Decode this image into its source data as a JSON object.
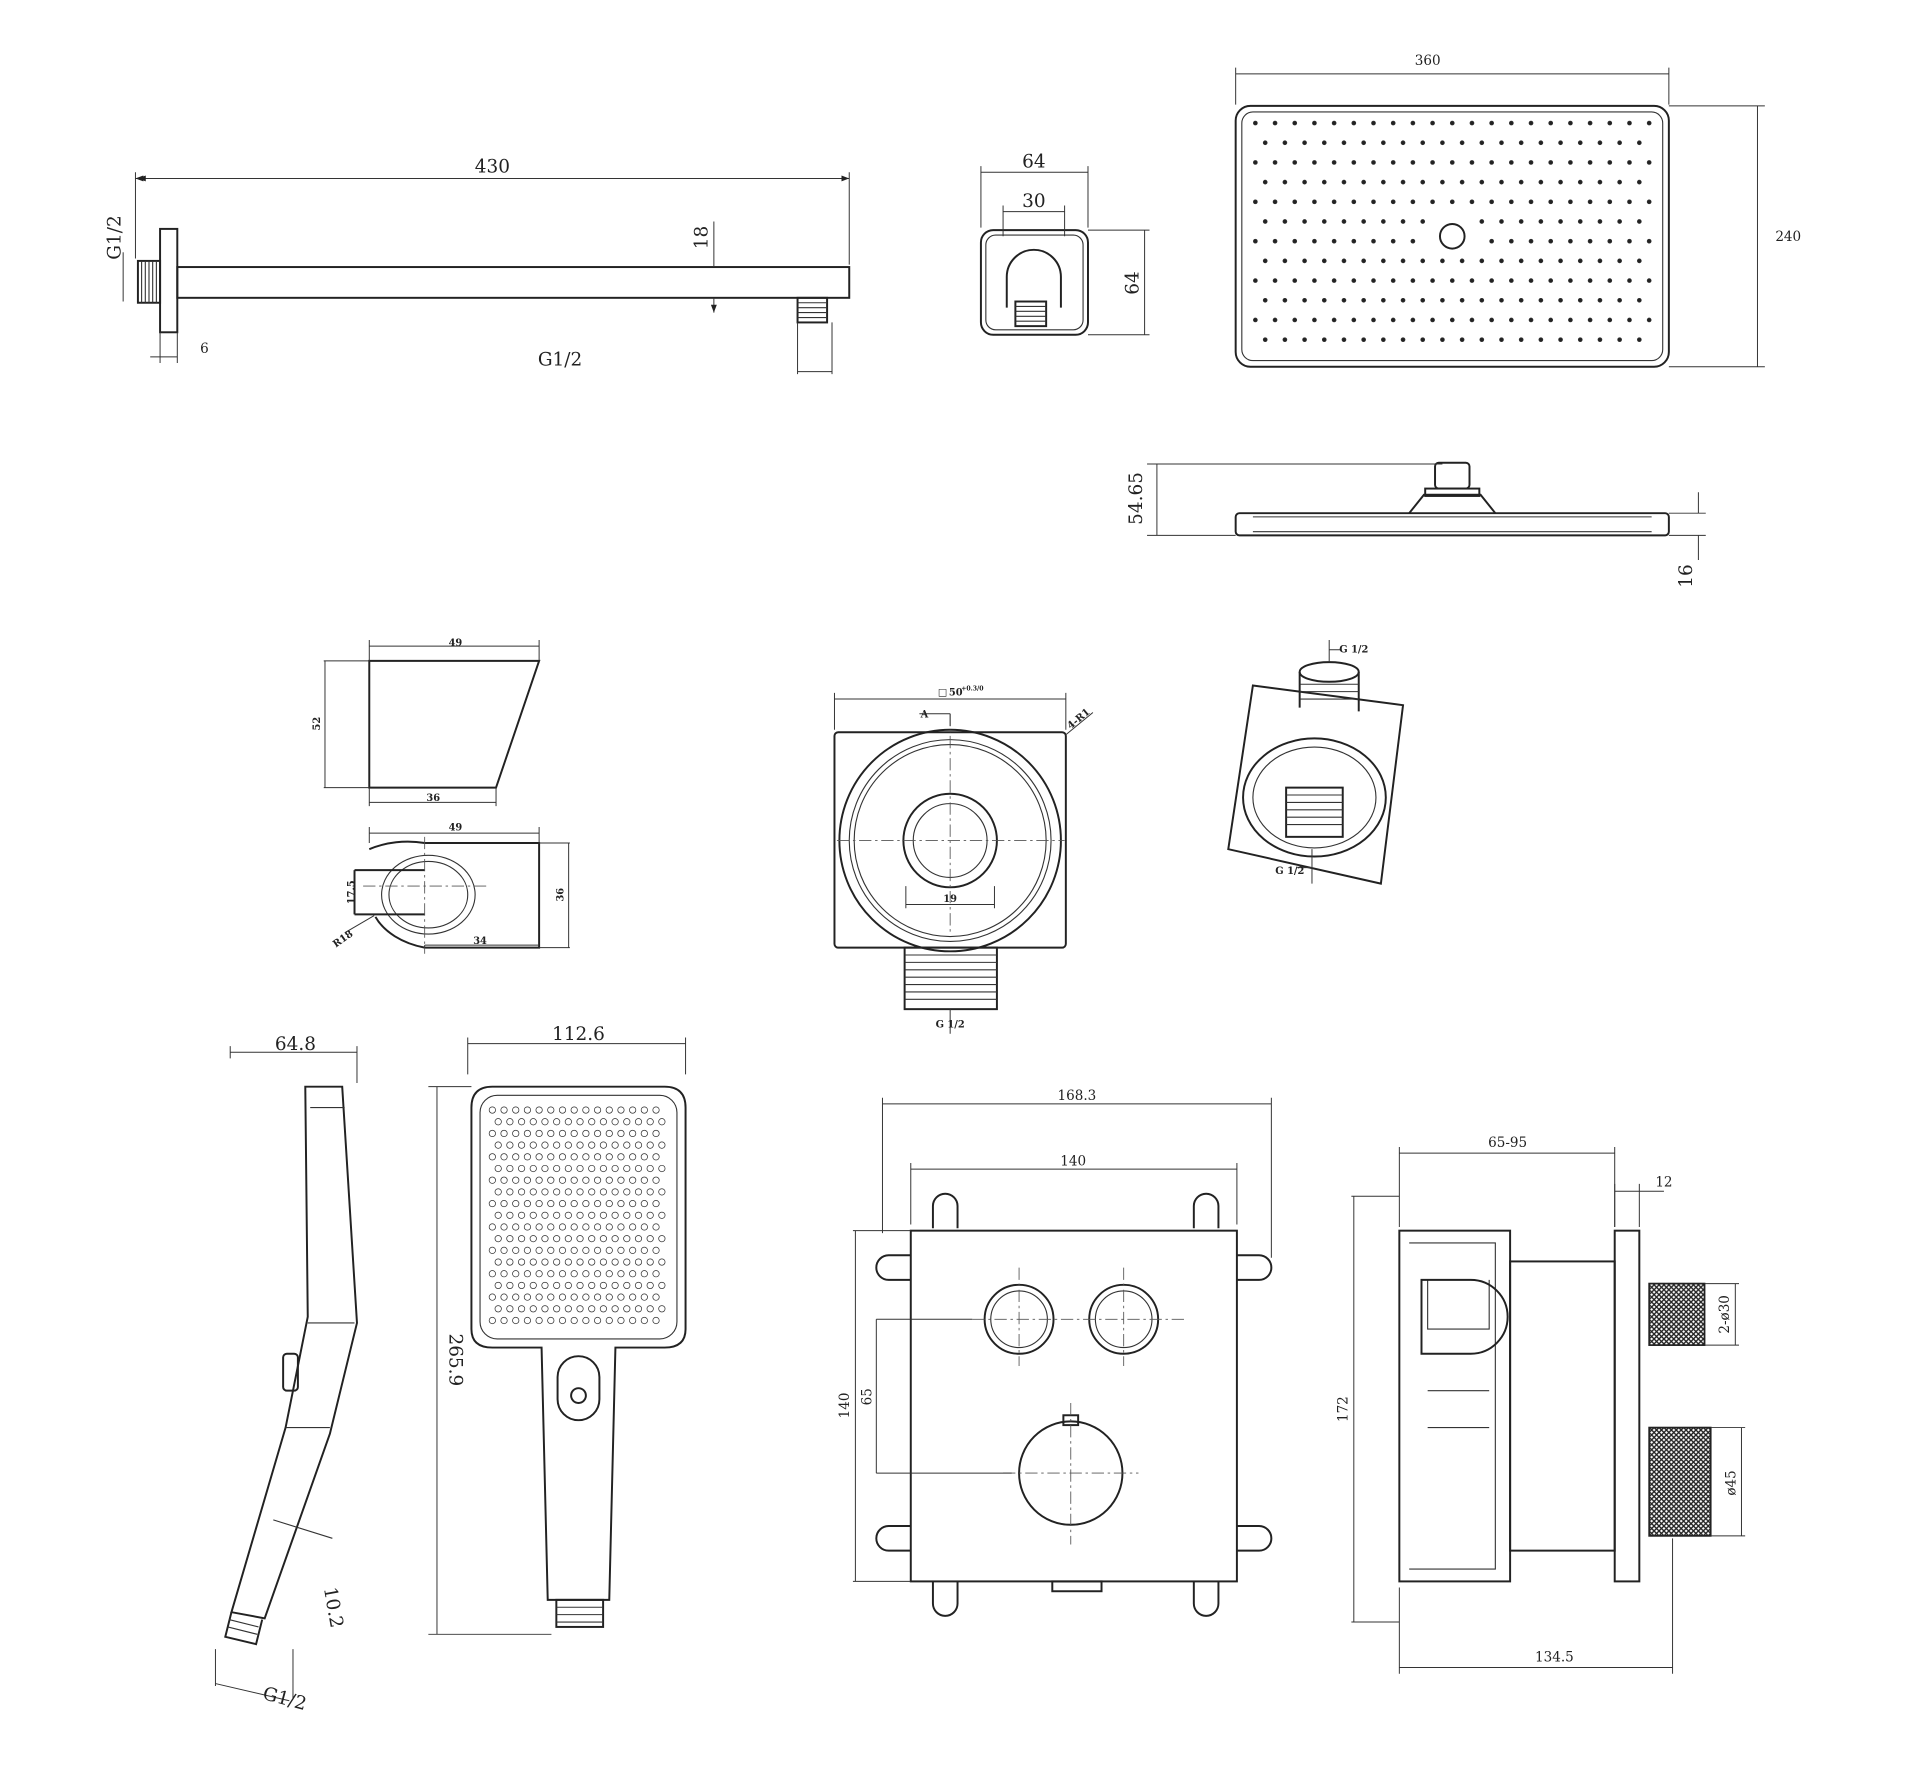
{
  "shower_arm": {
    "length": "430",
    "height": "18",
    "thread_left": "G1/2",
    "flange": "6",
    "thread_bottom": "G1/2"
  },
  "wall_elbow": {
    "width": "64",
    "inner": "30",
    "height": "64"
  },
  "rain_head": {
    "width": "360",
    "depth": "240",
    "total_height": "54.65",
    "thickness": "16"
  },
  "holder": {
    "top_width": "49",
    "height": "52",
    "bottom_width": "36",
    "plan_width": "49",
    "bore": "17.5",
    "radius": "R18",
    "offset": "34",
    "plan_depth": "36"
  },
  "outlet_box": {
    "square_symbol": "□",
    "square": "50",
    "tol": "+0.3/0",
    "section": "A",
    "corner": "4-R1",
    "bore": "19",
    "thread": "G 1/2"
  },
  "iso_elbow": {
    "thread_top": "G 1/2",
    "thread_bottom": "G 1/2"
  },
  "hand_shower": {
    "side_width": "64.8",
    "front_width": "112.6",
    "length": "265.9",
    "angle_dim": "10.2",
    "thread": "G1/2"
  },
  "valve_front": {
    "plate_width": "168.3",
    "box_width": "140",
    "box_height": "140",
    "spacing": "65"
  },
  "valve_side": {
    "depth_range": "65-95",
    "plate": "12",
    "height": "172",
    "knob_small": "2-ø30",
    "knob_large": "ø45",
    "total_depth": "134.5"
  }
}
